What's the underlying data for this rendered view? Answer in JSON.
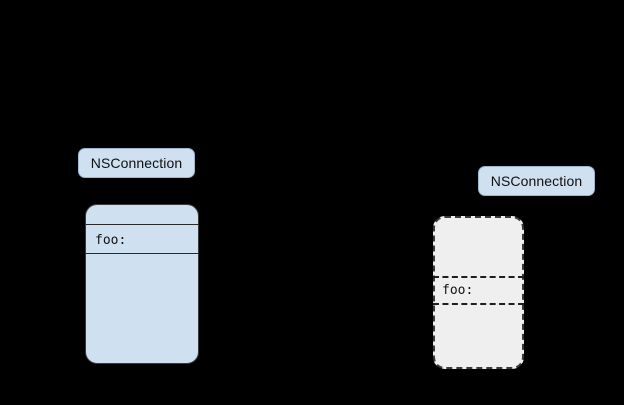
{
  "diagram": {
    "background_color": "#000000",
    "participants": [
      {
        "id": "left",
        "label": "NSConnection",
        "label_chip_color": "#cfe0f0",
        "box_style": "solid",
        "box_fill": "#cfe0f0",
        "box_border": "#3a3a3a",
        "slot_label": "foo:"
      },
      {
        "id": "right",
        "label": "NSConnection",
        "label_chip_color": "#cfe0f0",
        "box_style": "dashed",
        "box_fill": "#efefef",
        "box_border": "#3a3a3a",
        "slot_label": "foo:"
      }
    ]
  }
}
